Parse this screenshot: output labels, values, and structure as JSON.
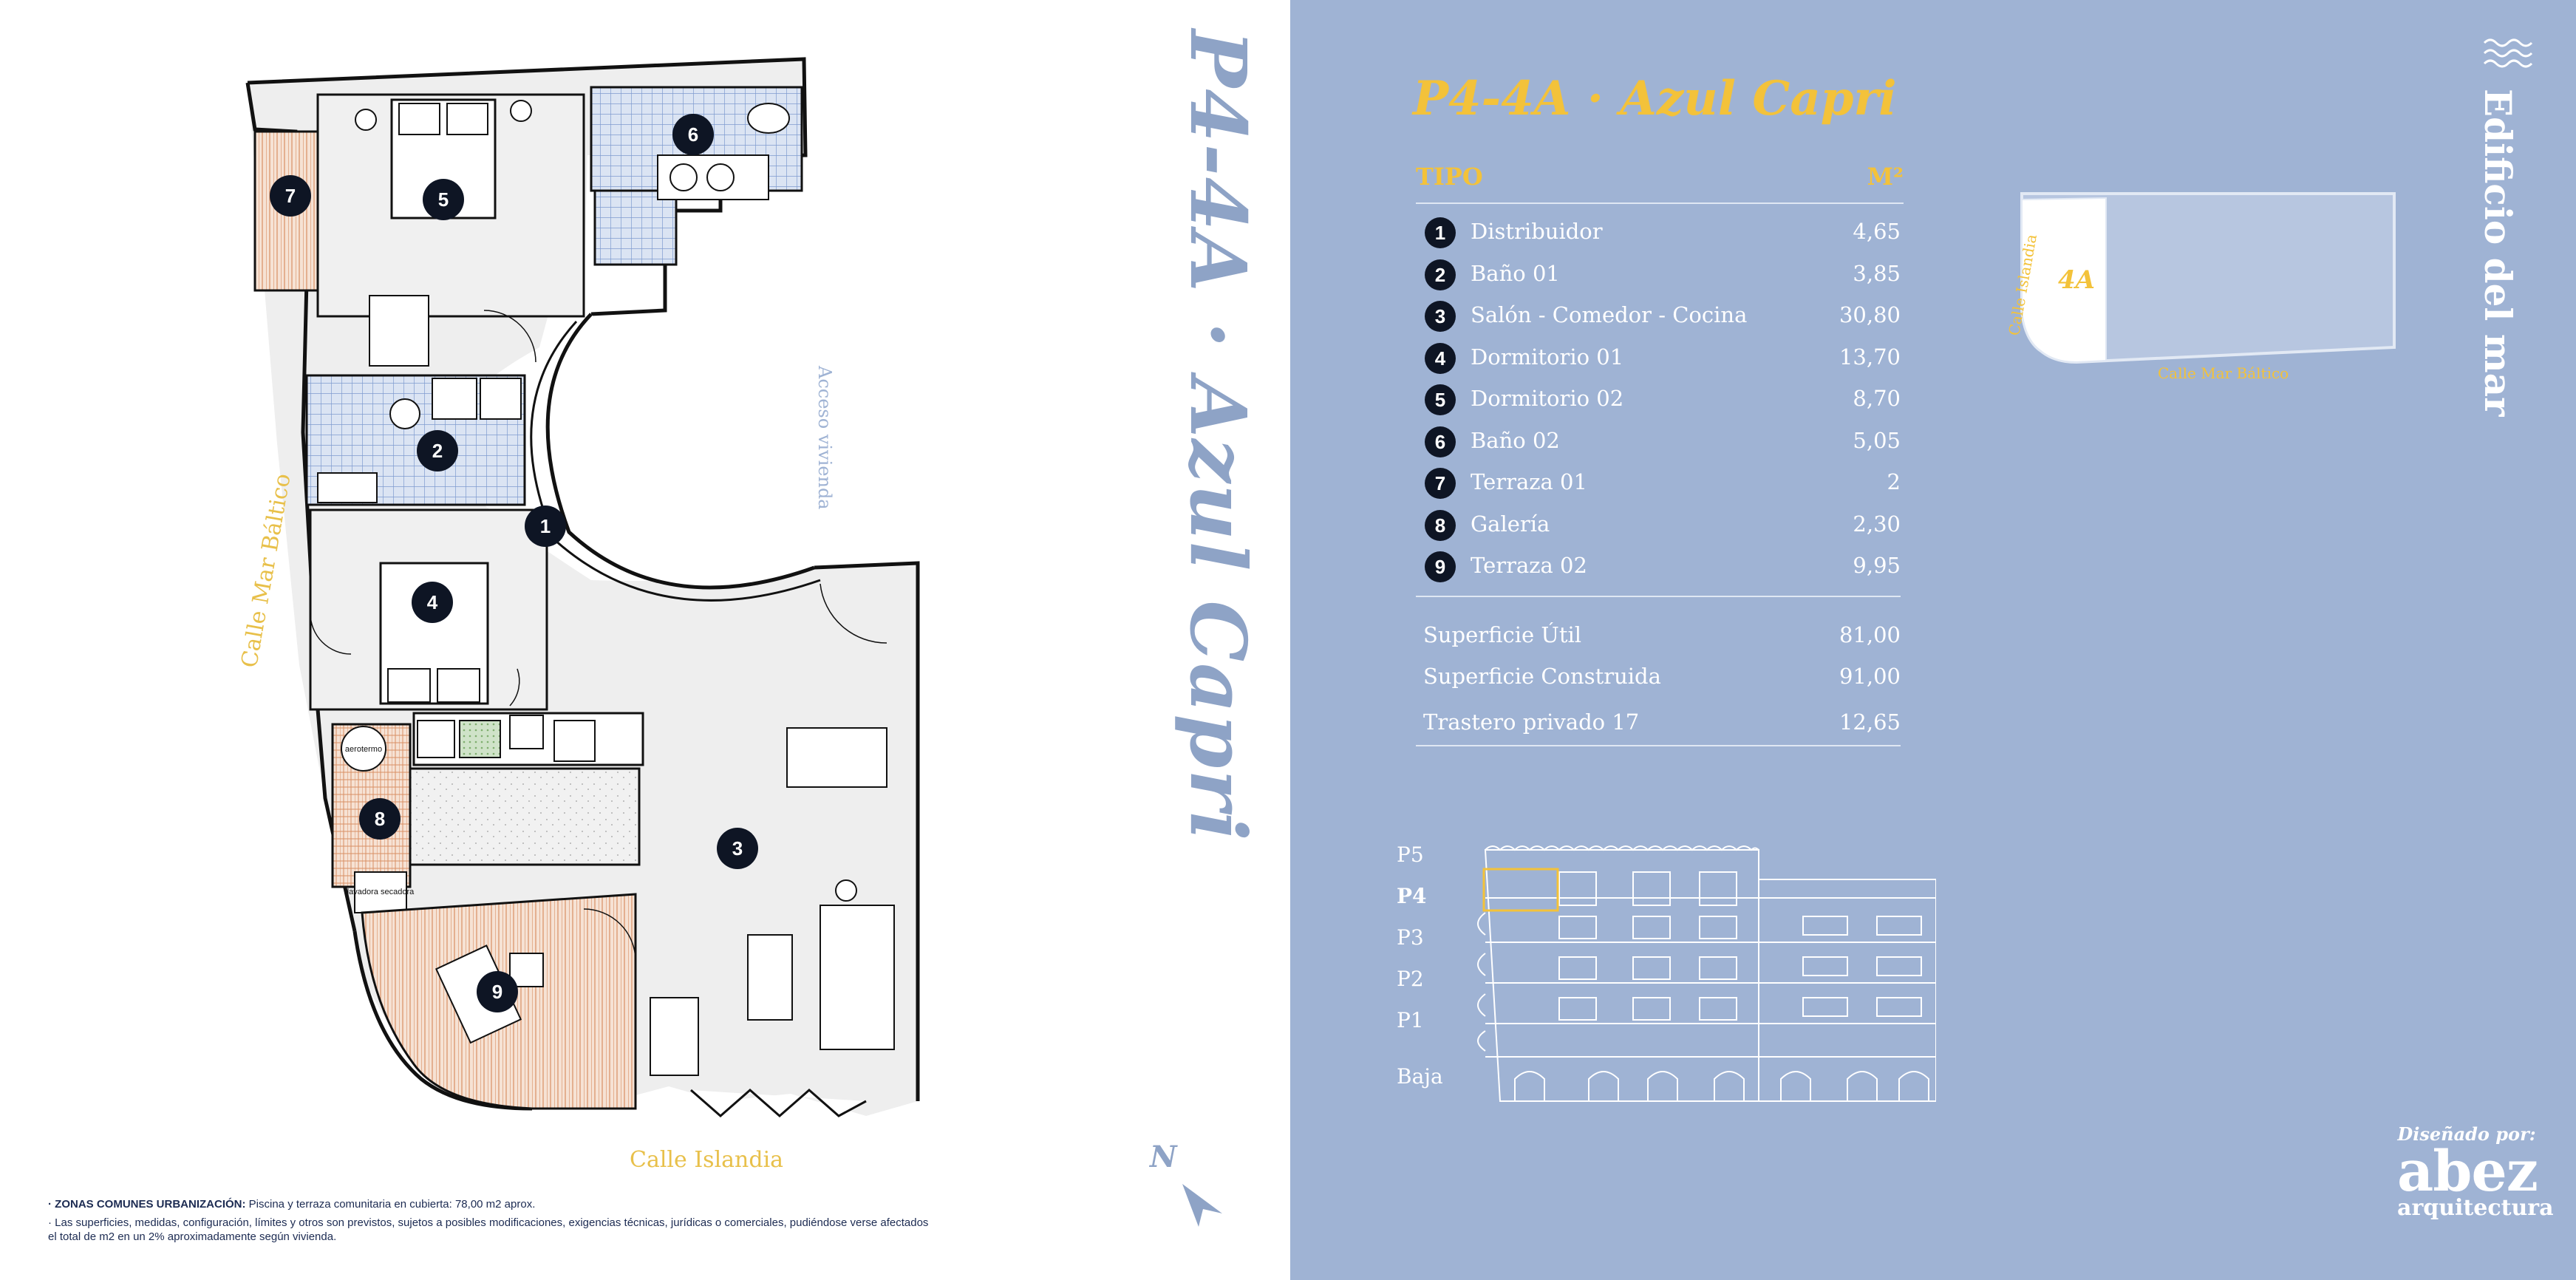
{
  "plan": {
    "title_vertical": "P4-4A · Azul Capri",
    "entrance_label": "Acceso vivienda",
    "street_left": "Calle Mar Báltico",
    "street_bottom": "Calle Islandia",
    "north_label": "N",
    "room_numbers": [
      "1",
      "2",
      "3",
      "4",
      "5",
      "6",
      "7",
      "8",
      "9"
    ],
    "fixture_labels": [
      "aerotermo",
      "lavadora secadora"
    ],
    "notes": [
      {
        "bold": "· ZONAS COMUNES URBANIZACIÓN:",
        "text": " Piscina y terraza comunitaria en cubierta: 78,00 m2 aprox."
      },
      {
        "bold": "",
        "text": "· Las superficies, medidas, configuración, límites y otros son previstos, sujetos a posibles modificaciones, exigencias técnicas, jurídicas o comerciales, pudiéndose verse afectados el total de m2  en un 2% aproximadamente según vivienda."
      }
    ]
  },
  "sheet": {
    "title_part1": "P4-4A · Azul",
    "title_part2": "Capri",
    "header_type": "TIPO",
    "header_unit": "M²",
    "rooms": [
      {
        "n": "1",
        "name": "Distribuidor",
        "m2": "4,65"
      },
      {
        "n": "2",
        "name": "Baño 01",
        "m2": "3,85"
      },
      {
        "n": "3",
        "name": "Salón - Comedor - Cocina",
        "m2": "30,80"
      },
      {
        "n": "4",
        "name": "Dormitorio 01",
        "m2": "13,70"
      },
      {
        "n": "5",
        "name": "Dormitorio 02",
        "m2": "8,70"
      },
      {
        "n": "6",
        "name": "Baño 02",
        "m2": "5,05"
      },
      {
        "n": "7",
        "name": "Terraza 01",
        "m2": "2"
      },
      {
        "n": "8",
        "name": "Galería",
        "m2": "2,30"
      },
      {
        "n": "9",
        "name": "Terraza 02",
        "m2": "9,95"
      }
    ],
    "totals": [
      {
        "name": "Superficie Útil",
        "m2": "81,00"
      },
      {
        "name": "Superficie Construida",
        "m2": "91,00"
      },
      {
        "name": "Trastero privado 17",
        "m2": "12,65"
      }
    ],
    "minimap": {
      "unit": "4A",
      "street_side": "Calle Islandia",
      "street_bottom": "Calle Mar Báltico"
    },
    "brand_vertical": "Edificio del mar",
    "floors": [
      "P5",
      "P4",
      "P3",
      "P2",
      "P1",
      "Baja"
    ],
    "active_floor": "P4",
    "designed_by": "Diseñado por:",
    "logo": "abez",
    "logo_sub": "arquitectura"
  },
  "colors": {
    "panel_blue": "#9fb3d4",
    "accent_yellow": "#f3c23a",
    "street_yellow": "#e8c04a",
    "tile_blue": "#7f9bd0",
    "dark": "#0e1524",
    "terrace_orange": "#e2a27c"
  }
}
